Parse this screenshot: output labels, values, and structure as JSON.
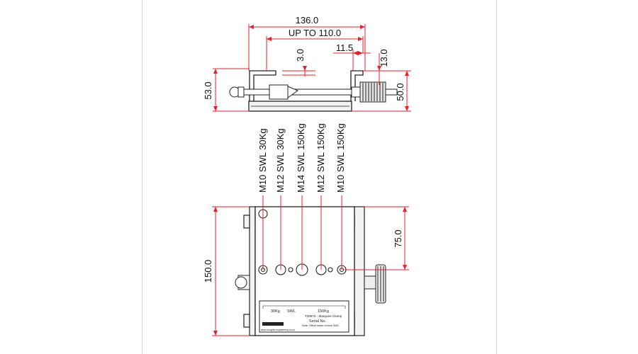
{
  "top_view": {
    "dims": {
      "overall_width": "136.0",
      "jaw_opening": "UP TO 110.0",
      "lip_thickness": "3.0",
      "lip_length": "11.5",
      "lip_height": "13.0",
      "overall_height": "53.0",
      "body_height": "50.0"
    }
  },
  "hole_labels": [
    "M10 SWL 30Kg",
    "M12 SWL 30Kg",
    "M14 SWL 150Kg",
    "M12 SWL 150Kg",
    "M10 SWL 150Kg"
  ],
  "front_view": {
    "dims": {
      "overall_height": "150.0",
      "hole_offset": "75.0"
    },
    "plate": {
      "load_left": "30Kg",
      "swl": "SWL",
      "load_right": "150Kg",
      "part_line": "T28670 - Marquee Clamp",
      "serial": "Serial No.",
      "note": "Note: Offset loads reduce SWL",
      "brand": "DOUGHTY",
      "website": "www.doughty-engineering.co.uk"
    }
  },
  "colors": {
    "dimension": "#e8202a",
    "outline": "#222222",
    "border": "#d6d6d6"
  }
}
